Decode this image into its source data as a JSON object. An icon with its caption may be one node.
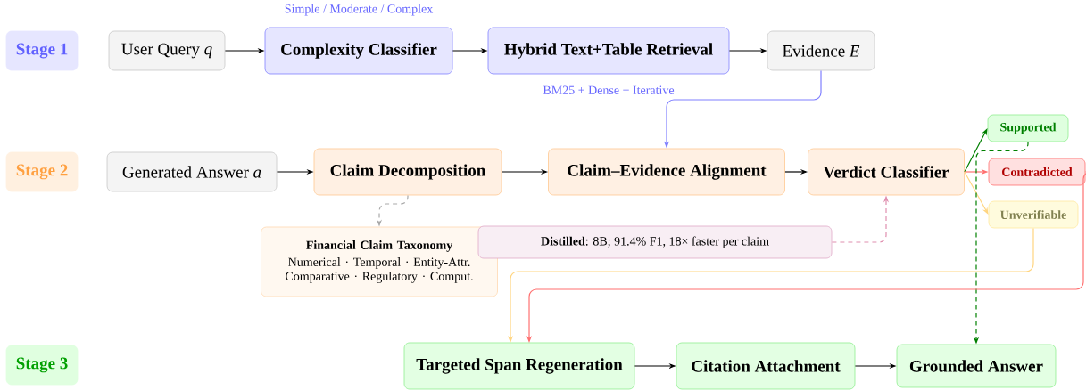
{
  "diagram": {
    "nodes": [
      {
        "text": [
          "Stage 1"
        ]
      },
      {
        "text": [
          "User Query *q*"
        ]
      },
      {
        "text": [
          "Complexity Classifier"
        ],
        "beside": [
          "Simple / Moderate / Complex"
        ]
      },
      {
        "text": [
          "Hybrid Text+Table Retrieval"
        ],
        "beside": [
          "BM25 + Dense + Iterative"
        ]
      },
      {
        "text": [
          "Evidence *E*"
        ]
      },
      {
        "text": [
          "Stage 2"
        ]
      },
      {
        "text": [
          "Generated Answer *a*"
        ]
      },
      {
        "text": [
          "Claim Decomposition"
        ]
      },
      {
        "text": [
          "Claim–Evidence Alignment"
        ]
      },
      {
        "text": [
          "Verdict Classifier"
        ]
      },
      {
        "text": [
          "Supported"
        ]
      },
      {
        "text": [
          "Contradicted"
        ]
      },
      {
        "text": [
          "Unverifiable"
        ]
      },
      {
        "text": [
          "Financial Claim Taxonomy",
          "Numerical · Temporal · Entity-Attr. Comparative · Regulatory · Comput."
        ]
      },
      {
        "text": [
          "**Distilled**: 8B; 91.4% F1, 18× faster per claim"
        ]
      },
      {
        "text": [
          "Stage 3"
        ]
      },
      {
        "text": [
          "Targeted Span Regeneration"
        ]
      },
      {
        "text": [
          "Citation Attachment"
        ]
      },
      {
        "text": [
          "Grounded Answer"
        ]
      }
    ],
    "edges": [
      {
        "from": 1,
        "to": 2,
        "arrow": "to"
      },
      {
        "from": 2,
        "to": 3,
        "arrow": "to"
      },
      {
        "from": 3,
        "to": 4,
        "arrow": "to"
      },
      {
        "from": 4,
        "to": 8,
        "arrow": "to",
        "color": "#8080ff"
      },
      {
        "from": 6,
        "to": 7,
        "arrow": "to"
      },
      {
        "from": 7,
        "to": 8,
        "arrow": "to"
      },
      {
        "from": 8,
        "to": 9,
        "arrow": "to"
      },
      {
        "from": 9,
        "to": 10,
        "arrow": "to",
        "color": "#008000"
      },
      {
        "from": 9,
        "to": 11,
        "arrow": "to",
        "color": "#ff7070"
      },
      {
        "from": 9,
        "to": 12,
        "arrow": "to",
        "color": "#ffd580"
      },
      {
        "from": 7,
        "to": 13,
        "arrow": "to",
        "style": "dashed",
        "color": "#aaaaaa"
      },
      {
        "from": 14,
        "to": 9,
        "arrow": "to",
        "style": "dashed",
        "color": "#e090b0"
      },
      {
        "from": 10,
        "to": 18,
        "arrow": "to",
        "style": "dashed",
        "color": "#008000"
      },
      {
        "from": 12,
        "to": 16,
        "arrow": "to",
        "color": "#ffd580"
      },
      {
        "from": 11,
        "to": 16,
        "arrow": "to",
        "color": "#ff7070"
      },
      {
        "from": 16,
        "to": 17,
        "arrow": "to"
      },
      {
        "from": 17,
        "to": 18,
        "arrow": "to"
      }
    ]
  }
}
